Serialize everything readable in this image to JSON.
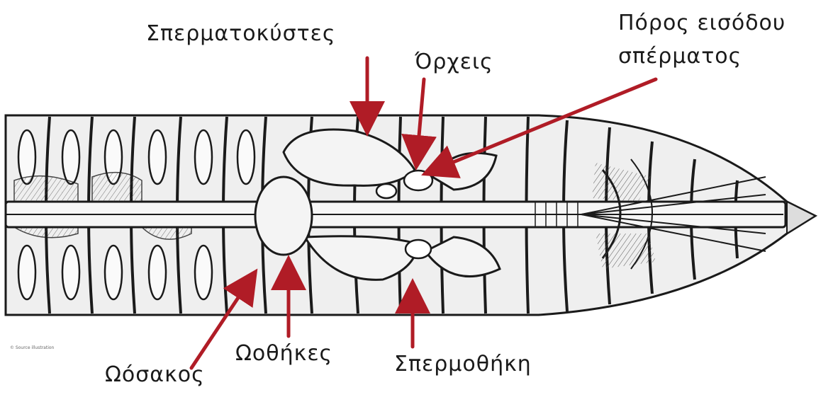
{
  "labels": {
    "spermatokystes": "Σπερματοκύστες",
    "orxeis": "Όρχεις",
    "poros_line1": "Πόρος εισόδου",
    "poros_line2": "σπέρματος",
    "oothikes": "Ωοθήκες",
    "oosakos": "Ωόσακος",
    "spermothiki": "Σπερμοθήκη"
  },
  "credit": "© Source illustration",
  "colors": {
    "arrow": "#b01c26",
    "ink": "#1a1a1a",
    "fill": "#e9e9e9",
    "background": "#ffffff"
  }
}
